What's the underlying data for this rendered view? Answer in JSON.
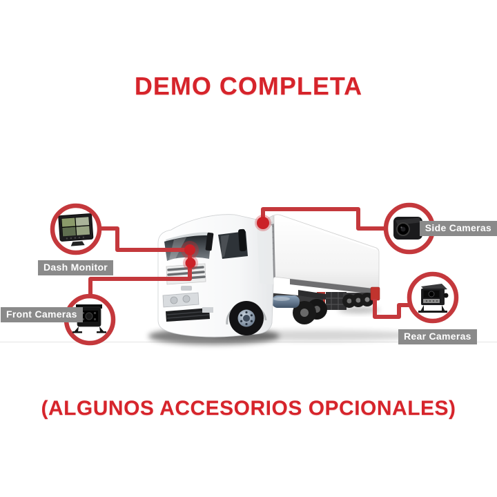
{
  "title": "DEMO COMPLETA",
  "caption": "(ALGUNOS ACCESORIOS OPCIONALES)",
  "callouts": [
    {
      "id": "dash-monitor",
      "label": "Dash Monitor",
      "icon": "quad-view-monitor-icon",
      "position": "left-top"
    },
    {
      "id": "front-cameras",
      "label": "Front Cameras",
      "icon": "front-camera-icon",
      "position": "left-bottom"
    },
    {
      "id": "side-cameras",
      "label": "Side Cameras",
      "icon": "side-camera-icon",
      "position": "right-top"
    },
    {
      "id": "rear-cameras",
      "label": "Rear Cameras",
      "icon": "rear-camera-icon",
      "position": "right-bottom"
    }
  ],
  "illustration": {
    "subject": "white-semi-truck-with-trailer",
    "marker_points": [
      "windshield",
      "front-grille",
      "trailer-front-top",
      "trailer-rear-bottom"
    ]
  },
  "colors": {
    "background": "#ffffff",
    "title_red": "#d6242b",
    "connector_red": "#c4383c",
    "marker_dot_red": "#cb2127",
    "label_bg": "#8a8a8a",
    "label_text": "#ffffff"
  }
}
